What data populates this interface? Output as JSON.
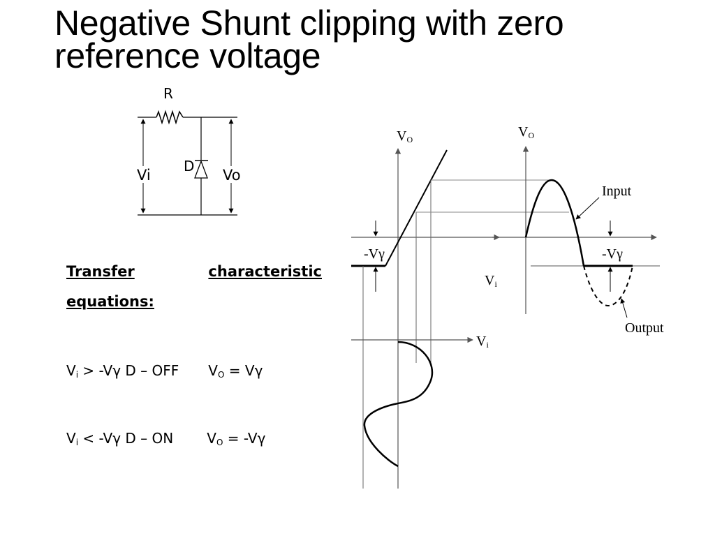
{
  "title": "Negative Shunt clipping with zero reference voltage",
  "circuit": {
    "resistor_label": "R",
    "diode_label": "D",
    "input_label": "Vi",
    "output_label": "Vo"
  },
  "equations": {
    "heading_word_1": "Transfer",
    "heading_word_2": "characteristic",
    "heading_line_2": "equations:",
    "line1": {
      "v": "V",
      "v_sub": "i",
      "condition": " > -Vγ D – OFF",
      "out_v": "V",
      "out_sub": "O",
      "result": " = Vγ"
    },
    "line2": {
      "v": "V",
      "v_sub": "i",
      "condition": " < -Vγ D – ON",
      "out_v": "V",
      "out_sub": "O",
      "result": " = -Vγ"
    }
  },
  "transfer_plot": {
    "y_axis_label": "V",
    "y_axis_sub": "O",
    "x_axis_label": "V",
    "x_axis_sub": "i",
    "threshold_label": "-Vγ"
  },
  "waveform_plot": {
    "y_axis_label": "V",
    "y_axis_sub": "O",
    "threshold_label": "-Vγ",
    "input_label": "Input",
    "output_label": "Output"
  },
  "input_wave": {
    "axis_label": "V",
    "axis_sub": "i"
  }
}
